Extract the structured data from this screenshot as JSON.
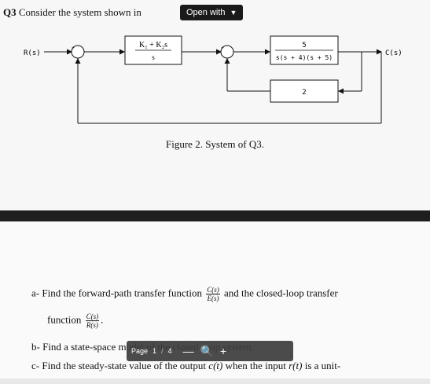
{
  "question": {
    "number": "Q3",
    "prompt": "Consider the system shown in"
  },
  "open_with": {
    "label": "Open with"
  },
  "diagram": {
    "input_label": "R(s)",
    "output_label": "C(s)",
    "controller_num": "K₁ + K₂s",
    "controller_den": "s",
    "plant_num": "5",
    "plant_den": "s(s + 4)(s + 5)",
    "feedback_gain": "2",
    "sum1_sign": "+",
    "sum2_sign": "+",
    "caption": "Figure 2. System of Q3."
  },
  "parts": {
    "a_prefix": "a-",
    "a_text1": "Find the forward-path transfer function",
    "a_frac_num": "C(s)",
    "a_frac_den": "E(s)",
    "a_text2": "and the closed-loop transfer",
    "a_text3": "function",
    "a_frac2_num": "C(s)",
    "a_frac2_den": "R(s)",
    "a_end": ".",
    "b_prefix": "b-",
    "b_text": "Find a state-space model of the closed-loop system.",
    "c_prefix": "c-",
    "c_text1": "Find the steady-state value of the output",
    "c_var": "c(t)",
    "c_text2": "when the input",
    "c_var2": "r(t)",
    "c_text3": "is a unit-"
  },
  "pager": {
    "page_label": "Page",
    "current": "1",
    "sep": "/",
    "total": "4",
    "zoom_out": "—",
    "zoom_icon": "🔍",
    "zoom_in": "+"
  }
}
